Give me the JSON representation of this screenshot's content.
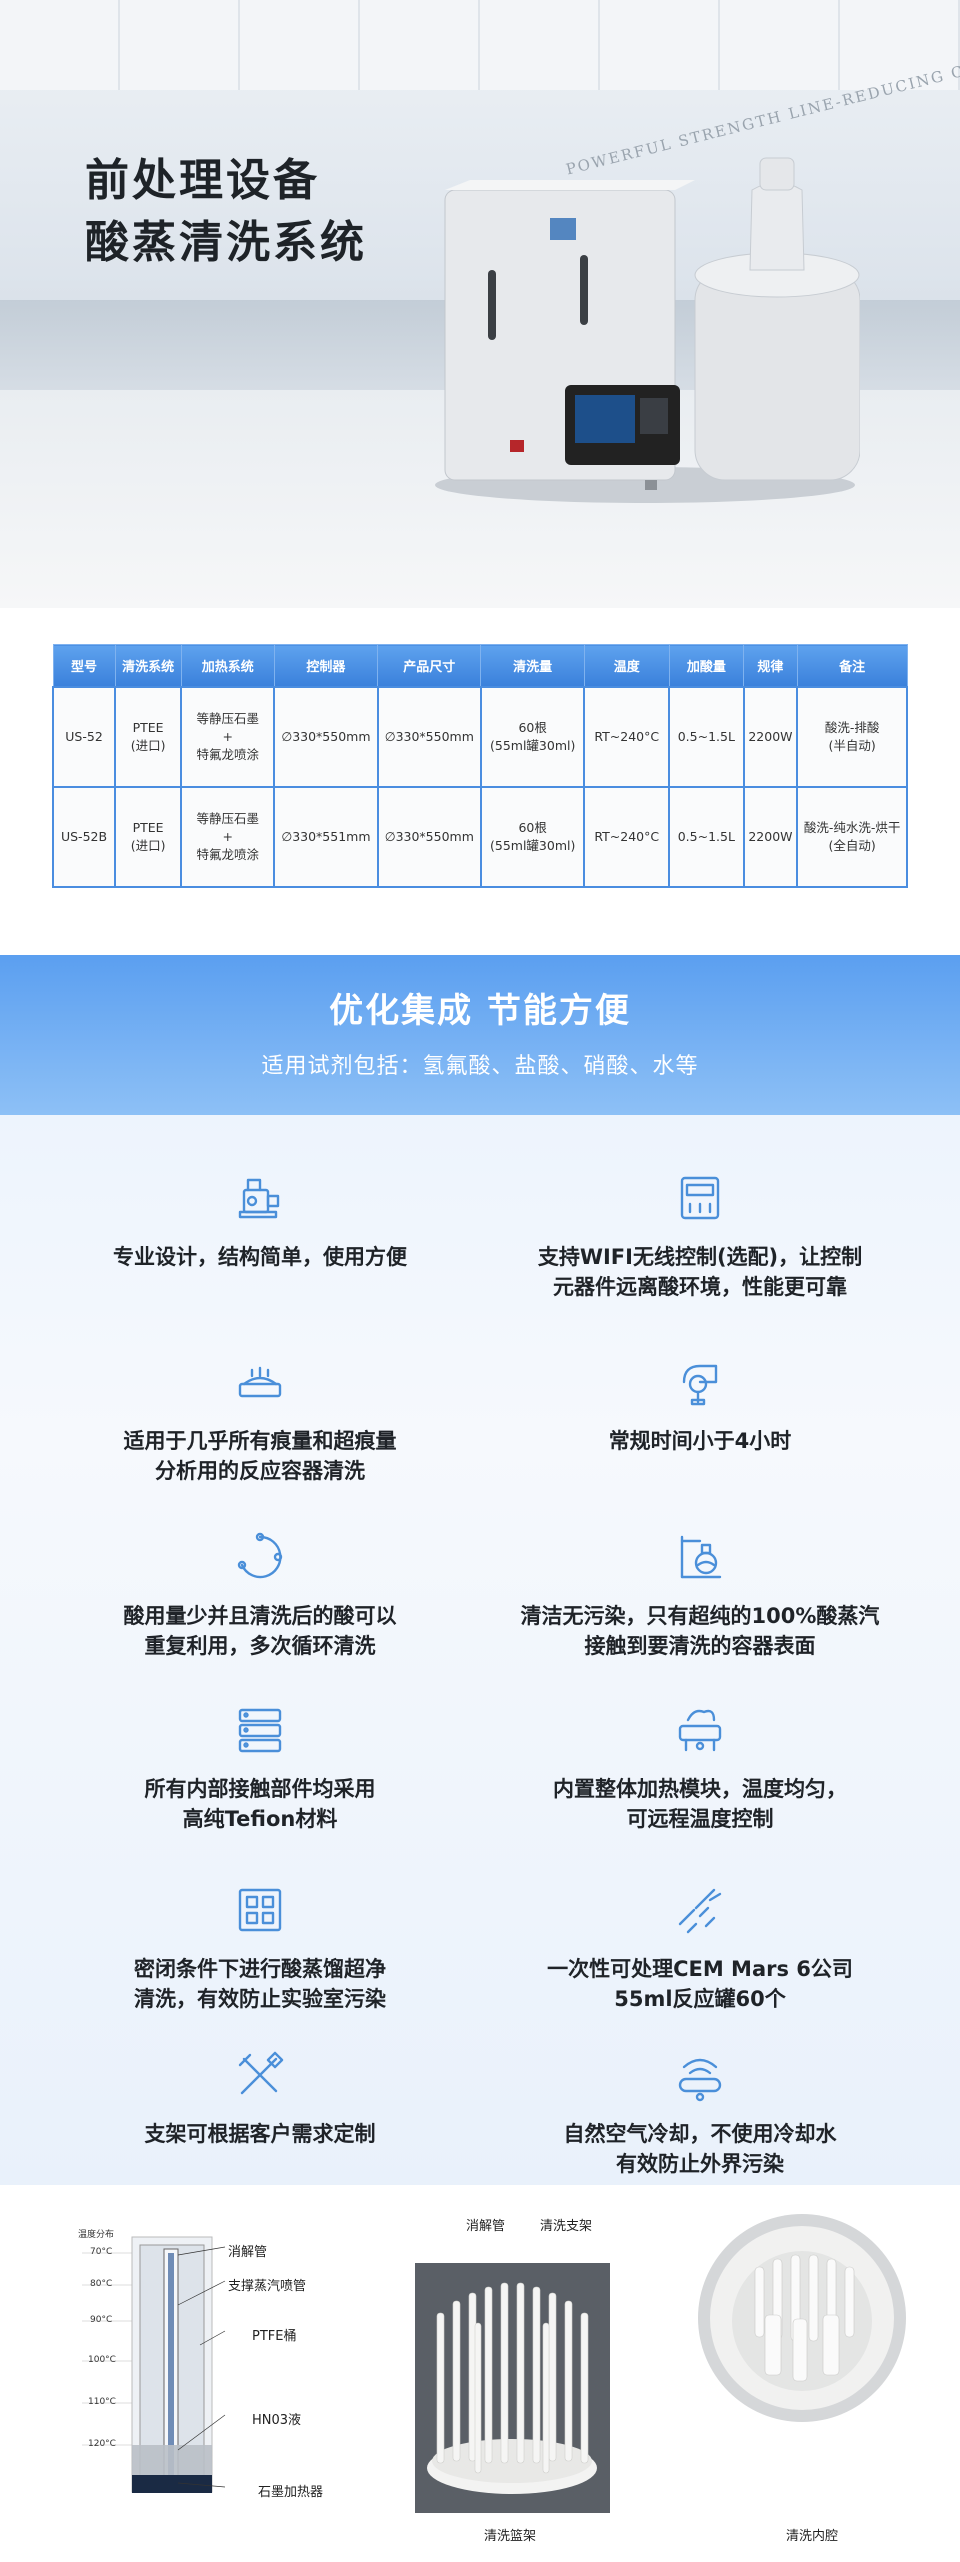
{
  "hero": {
    "title_line1": "前处理设备",
    "title_line2": "酸蒸清洗系统",
    "wall_text": "POWERFUL STRENGTH LINE-REDUCING CONCENT"
  },
  "table": {
    "headers": [
      "型号",
      "清洗系统",
      "加热系统",
      "控制器",
      "产品尺寸",
      "清洗量",
      "温度",
      "加酸量",
      "规律",
      "备注"
    ],
    "rows": [
      [
        "US-52",
        "PTEE\n(进口)",
        "等静压石墨\n+\n特氟龙喷涂",
        "∅330*550mm",
        "∅330*550mm",
        "60根\n(55ml罐30ml)",
        "RT~240°C",
        "0.5~1.5L",
        "2200W",
        "酸洗-排酸\n(半自动)"
      ],
      [
        "US-52B",
        "PTEE\n(进口)",
        "等静压石墨\n+\n特氟龙喷涂",
        "∅330*551mm",
        "∅330*550mm",
        "60根\n(55ml罐30ml)",
        "RT~240°C",
        "0.5~1.5L",
        "2200W",
        "酸洗-纯水洗-烘干\n(全自动)"
      ]
    ]
  },
  "banner": {
    "title": "优化集成 节能方便",
    "subtitle": "适用试剂包括：氢氟酸、盐酸、硝酸、水等"
  },
  "features": [
    {
      "icon": "machine-icon",
      "lines": [
        "专业设计，结构简单，使用方便"
      ]
    },
    {
      "icon": "wifi-controller-icon",
      "lines": [
        "支持WIFI无线控制(选配)，让控制",
        "元器件远离酸环境，性能更可靠"
      ]
    },
    {
      "icon": "vessel-icon",
      "lines": [
        "适用于几乎所有痕量和超痕量",
        "分析用的反应容器清洗"
      ]
    },
    {
      "icon": "clock-icon",
      "lines": [
        "常规时间小于4小时"
      ]
    },
    {
      "icon": "cycle-icon",
      "lines": [
        "酸用量少并且清洗后的酸可以",
        "重复利用，多次循环清洗"
      ]
    },
    {
      "icon": "flask-icon",
      "lines": [
        "清洁无污染，只有超纯的100%酸蒸汽",
        "接触到要清洗的容器表面"
      ]
    },
    {
      "icon": "server-icon",
      "lines": [
        "所有内部接触部件均采用",
        "高纯Tefion材料"
      ]
    },
    {
      "icon": "heating-icon",
      "lines": [
        "内置整体加热模块，温度均匀，",
        "可远程温度控制"
      ]
    },
    {
      "icon": "grid-icon",
      "lines": [
        "密闭条件下进行酸蒸馏超净",
        "清洗，有效防止实验室污染"
      ]
    },
    {
      "icon": "spray-icon",
      "lines": [
        "一次性可处理CEM Mars 6公司",
        "55ml反应罐60个"
      ]
    },
    {
      "icon": "tools-icon",
      "lines": [
        "支架可根据客户需求定制"
      ]
    },
    {
      "icon": "cooling-icon",
      "lines": [
        "自然空气冷却，不使用冷却水",
        "有效防止外界污染"
      ]
    }
  ],
  "diagram": {
    "legend_title": "温度分布",
    "temps": [
      "70°C",
      "80°C",
      "90°C",
      "100°C",
      "110°C",
      "120°C"
    ],
    "labels": [
      "消解管",
      "支撑蒸汽喷管",
      "PTFE桶",
      "HN03液",
      "石墨加热器"
    ]
  },
  "photos": {
    "rack_top_labels": [
      "消解管",
      "清洗支架"
    ],
    "rack_caption": "清洗篮架",
    "cavity_caption": "清洗内腔"
  },
  "colors": {
    "accent": "#3a80db",
    "banner_top": "#5b9ff0",
    "icon": "#4a8fd9"
  }
}
